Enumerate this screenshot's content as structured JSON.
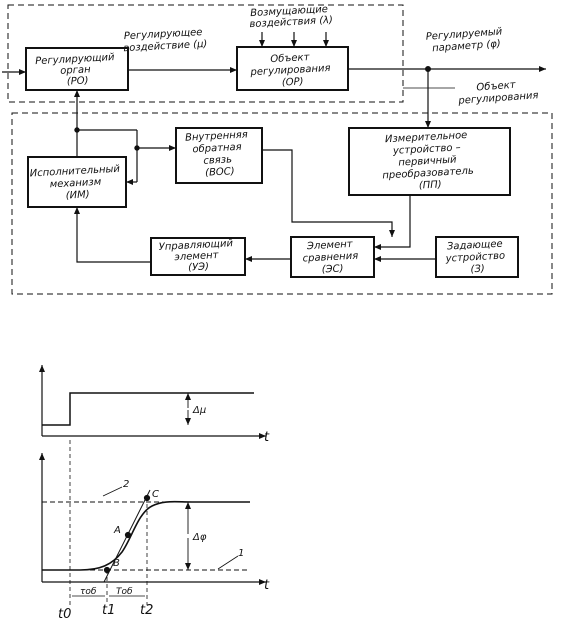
{
  "block_diagram": {
    "blocks": {
      "ro": [
        "Регулирующий",
        "орган",
        "(РО)"
      ],
      "or": [
        "Объект",
        "регулирования",
        "(ОР)"
      ],
      "im": [
        "Исполнительный",
        "механизм",
        "(ИМ)"
      ],
      "vos": [
        "Внутренняя",
        "обратная",
        "связь",
        "(ВОС)"
      ],
      "pp": [
        "Измерительное",
        "устройство –",
        "первичный",
        "преобразователь",
        "(ПП)"
      ],
      "uz": [
        "Управляющий",
        "элемент",
        "(УЭ)"
      ],
      "es": [
        "Элемент",
        "сравнения",
        "(ЭС)"
      ],
      "z": [
        "Задающее",
        "устройство",
        "(З)"
      ]
    },
    "labels": {
      "reg_action": [
        "Регулирующее",
        "воздействие (μ)"
      ],
      "disturbances": [
        "Возмущающие",
        "воздействия (λ)"
      ],
      "reg_param": [
        "Регулируемый",
        "параметр (φ)"
      ],
      "object_label": [
        "Объект",
        "регулирования"
      ]
    }
  },
  "response_plot": {
    "axis_t": "t",
    "delta_mu": "Δμ",
    "delta_phi": "Δφ",
    "curve2": "2",
    "curve1": "1",
    "pt_a": "A",
    "pt_b": "B",
    "pt_c": "C",
    "tau_ob": "τоб",
    "t_ob": "Tоб",
    "t0": "t0",
    "t1": "t1",
    "t2": "t2"
  }
}
